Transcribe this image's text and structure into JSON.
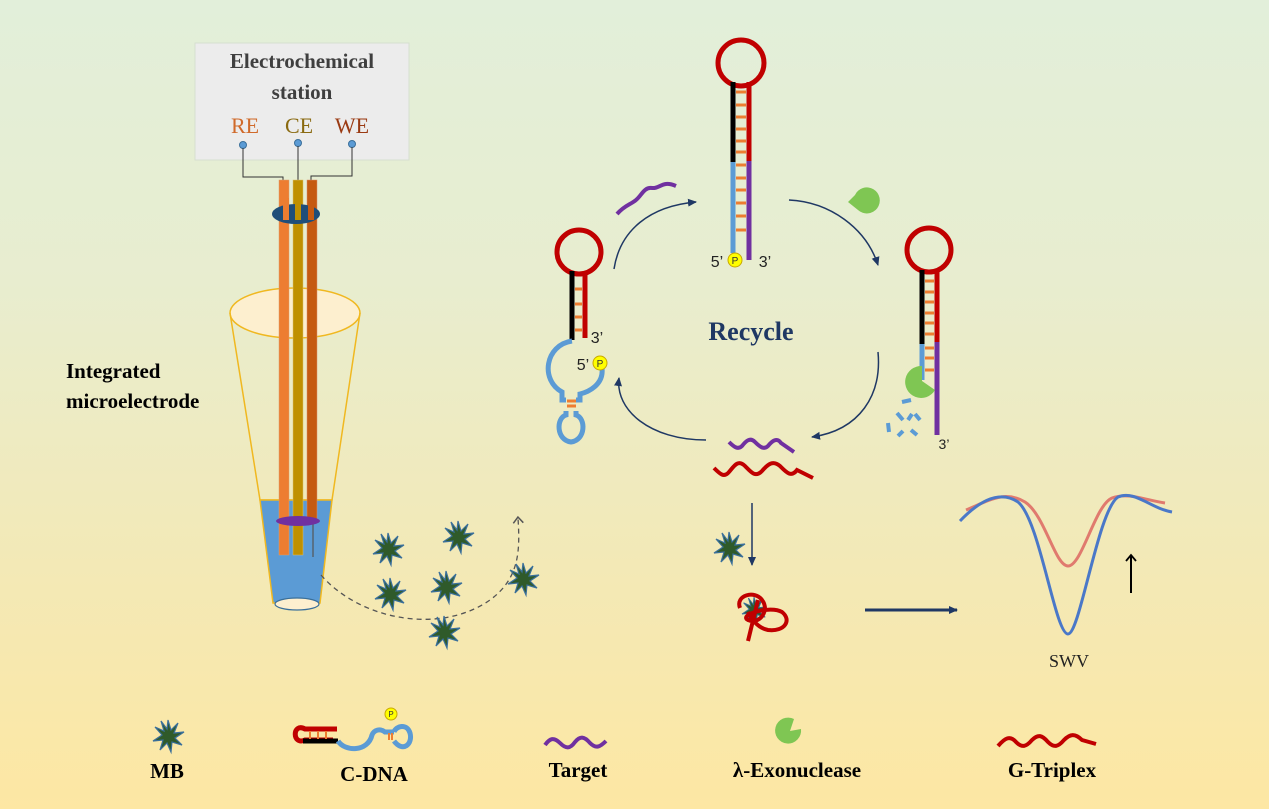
{
  "station": {
    "title_line1": "Electrochemical",
    "title_line2": "station",
    "electrodes": [
      {
        "label": "RE",
        "color": "#d06a2a"
      },
      {
        "label": "CE",
        "color": "#8a6a10"
      },
      {
        "label": "WE",
        "color": "#9a3a12"
      }
    ]
  },
  "microelectrode_label_line1": "Integrated",
  "microelectrode_label_line2": "microelectrode",
  "cycle": {
    "center_label": "Recycle",
    "top_hairpin": {
      "five_prime": "5’",
      "phosphate": "P",
      "three_prime": "3’"
    },
    "left_hairpin": {
      "three_prime": "3’",
      "five_prime": "5’",
      "phosphate": "P"
    },
    "right_hairpin": {
      "three_prime": "3’"
    }
  },
  "swv": {
    "label": "SWV",
    "curve_colors": {
      "before": "#e07a6e",
      "after": "#4a78c8"
    }
  },
  "legend": [
    {
      "icon": "methylene-blue-star",
      "label": "MB"
    },
    {
      "icon": "c-dna-hairpin",
      "label": "C-DNA",
      "phosphate": "P"
    },
    {
      "icon": "target-strand",
      "label": "Target"
    },
    {
      "icon": "lambda-exonuclease",
      "label": "λ-Exonuclease"
    },
    {
      "icon": "g-triplex-strand",
      "label": "G-Triplex"
    }
  ],
  "colors": {
    "red_strand": "#c00000",
    "black_strand": "#000000",
    "blue_strand": "#5b9bd5",
    "purple_strand": "#7030a0",
    "base_pair": "#ed7d31",
    "phosphate": "#ffff00",
    "enzyme": "#7fc653",
    "mb_fill": "#2f5a2a",
    "mb_edge": "#3a6f9a",
    "arrow": "#1f3864"
  }
}
